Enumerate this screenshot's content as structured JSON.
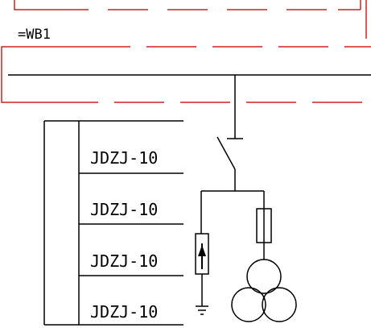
{
  "bus_label": "=WB1",
  "equipment_labels": [
    "JDZJ-10",
    "JDZJ-10",
    "JDZJ-10",
    "JDZJ-10"
  ],
  "colors": {
    "line": "#000000",
    "enclosure": "#cc2222",
    "background": "#ffffff"
  },
  "symbols": {
    "switch": "disconnect-switch",
    "fuse": "fuse",
    "arrester": "surge-arrester",
    "ground": "ground",
    "transformer": "three-winding-voltage-transformer"
  }
}
